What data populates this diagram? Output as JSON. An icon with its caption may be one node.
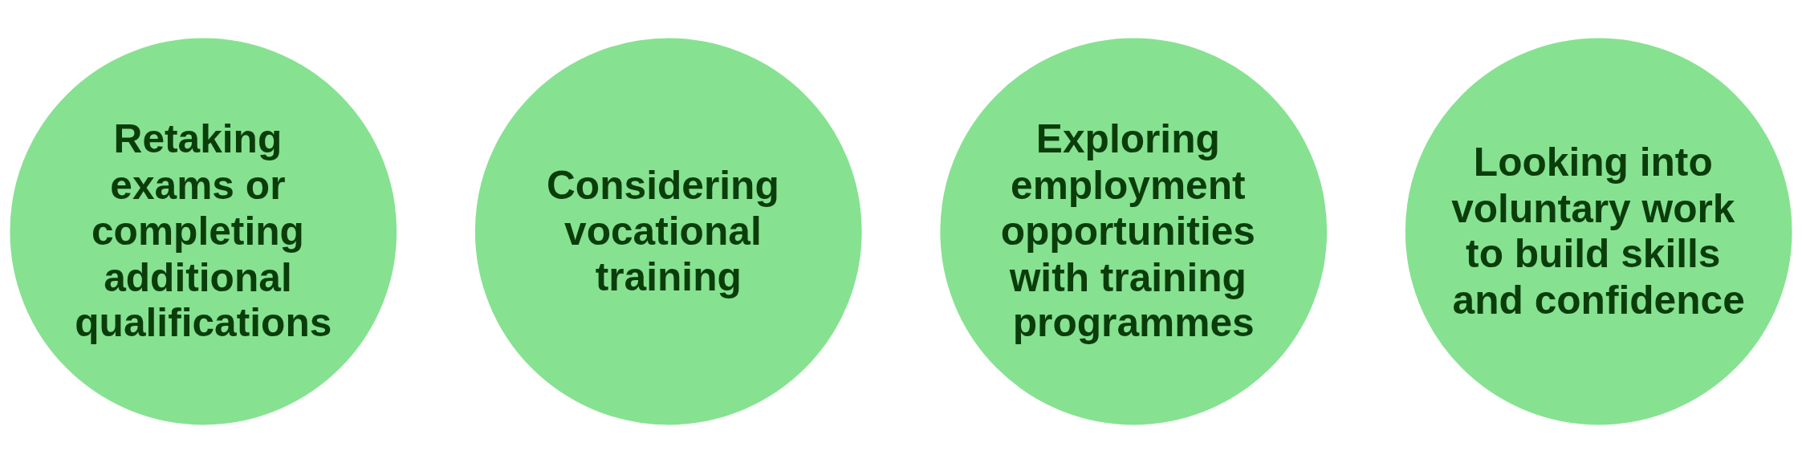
{
  "diagram": {
    "nodes": [
      {
        "text": [
          "Retaking exams or completing additional qualifications"
        ]
      },
      {
        "text": [
          "Considering vocational training"
        ]
      },
      {
        "text": [
          "Exploring employment opportunities with training programmes"
        ]
      },
      {
        "text": [
          "Looking into voluntary work to build skills and confidence"
        ]
      }
    ]
  }
}
